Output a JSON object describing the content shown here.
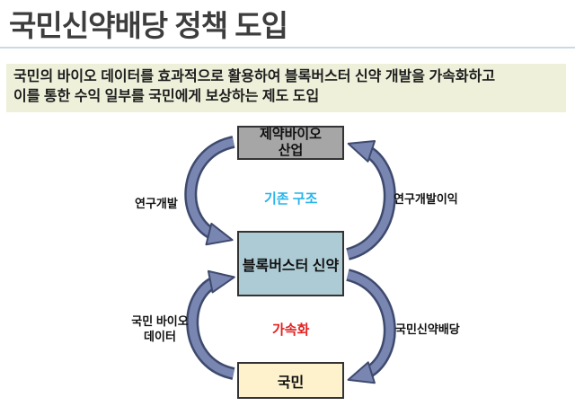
{
  "slide": {
    "title": "국민신약배당 정책 도입",
    "subtitle": "국민의 바이오 데이터를 효과적으로 활용하여 블록버스터 신약 개발을 가속화하고\n이를 통한 수익 일부를 국민에게 보상하는 제도 도입"
  },
  "diagram": {
    "nodes": {
      "industry": "제약바이오\n산업",
      "drug": "블록버스터 신약",
      "people": "국민"
    },
    "cycle_labels": {
      "existing_structure": "기존 구조",
      "acceleration": "가속화"
    },
    "flow_labels": {
      "rnd": "연구개발",
      "rnd_profit": "연구개발이익",
      "bio_data": "국민 바이오\n데이터",
      "dividend": "국민신약배당"
    }
  },
  "colors": {
    "title": "#3d3d3d",
    "divider": "#ccd9e5",
    "subtitle_bg": "#eef0da",
    "box_industry": "#a6a6a6",
    "box_drug": "#adcbd4",
    "box_people": "#fdf2cc",
    "box_border": "#333333",
    "arrow_fill": "#7986b2",
    "arrow_outline": "#3e4a6d",
    "label_existing": "#29b4ea",
    "label_accel": "#e32222"
  }
}
